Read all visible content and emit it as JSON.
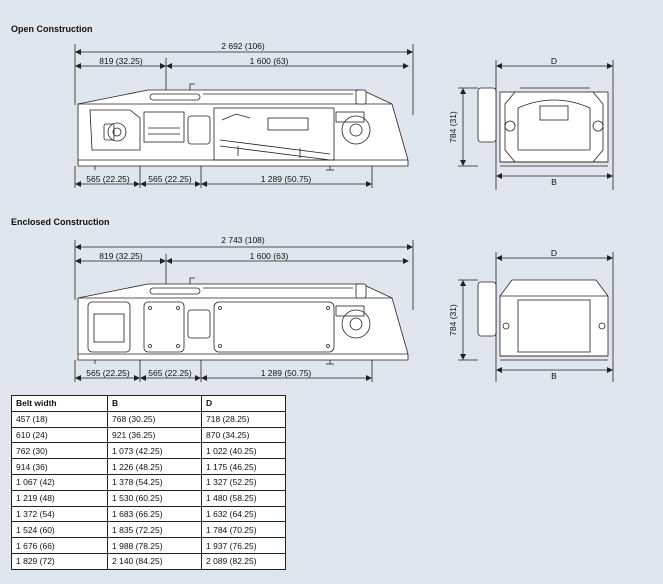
{
  "sections": {
    "open": {
      "title": "Open Construction",
      "dims": {
        "overall": "2 692 (106)",
        "left_span": "819 (32.25)",
        "right_span": "1 600 (63)",
        "height": "784 (31)",
        "bottom_a": "565 (22.25)",
        "bottom_b": "565 (22.25)",
        "bottom_c": "1 289 (50.75)",
        "end_top": "D",
        "end_bottom": "B"
      }
    },
    "enclosed": {
      "title": "Enclosed Construction",
      "dims": {
        "overall": "2 743 (108)",
        "left_span": "819 (32.25)",
        "right_span": "1 600 (63)",
        "height": "784 (31)",
        "bottom_a": "565 (22.25)",
        "bottom_b": "565 (22.25)",
        "bottom_c": "1 289 (50.75)",
        "end_top": "D",
        "end_bottom": "B"
      }
    }
  },
  "table": {
    "headers": [
      "Belt width",
      "B",
      "D"
    ],
    "rows": [
      [
        "457 (18)",
        "768 (30.25)",
        "718 (28.25)"
      ],
      [
        "610 (24)",
        "921 (36.25)",
        "870 (34.25)"
      ],
      [
        "762 (30)",
        "1 073 (42.25)",
        "1 022 (40.25)"
      ],
      [
        "914 (36)",
        "1 226 (48.25)",
        "1 175 (46.25)"
      ],
      [
        "1 067 (42)",
        "1 378 (54.25)",
        "1 327 (52.25)"
      ],
      [
        "1 219 (48)",
        "1 530 (60.25)",
        "1 480 (58.25)"
      ],
      [
        "1 372 (54)",
        "1 683 (66.25)",
        "1 632 (64.25)"
      ],
      [
        "1 524 (60)",
        "1 835 (72.25)",
        "1 784 (70.25)"
      ],
      [
        "1 676 (66)",
        "1 988 (78.25)",
        "1 937 (76.25)"
      ],
      [
        "1 829 (72)",
        "2 140 (84.25)",
        "2 089 (82.25)"
      ]
    ]
  }
}
